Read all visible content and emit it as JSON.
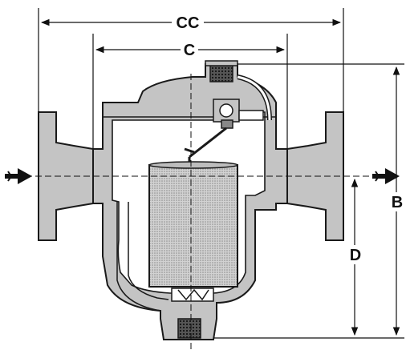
{
  "dimensions": {
    "cc": "CC",
    "c": "C",
    "b": "B",
    "d": "D"
  },
  "colors": {
    "body_fill": "#c4c4c4",
    "float_fill": "#bdbdbd",
    "interior": "#ffffff",
    "outline": "#1a1a1a",
    "dimension_line": "#111111"
  }
}
